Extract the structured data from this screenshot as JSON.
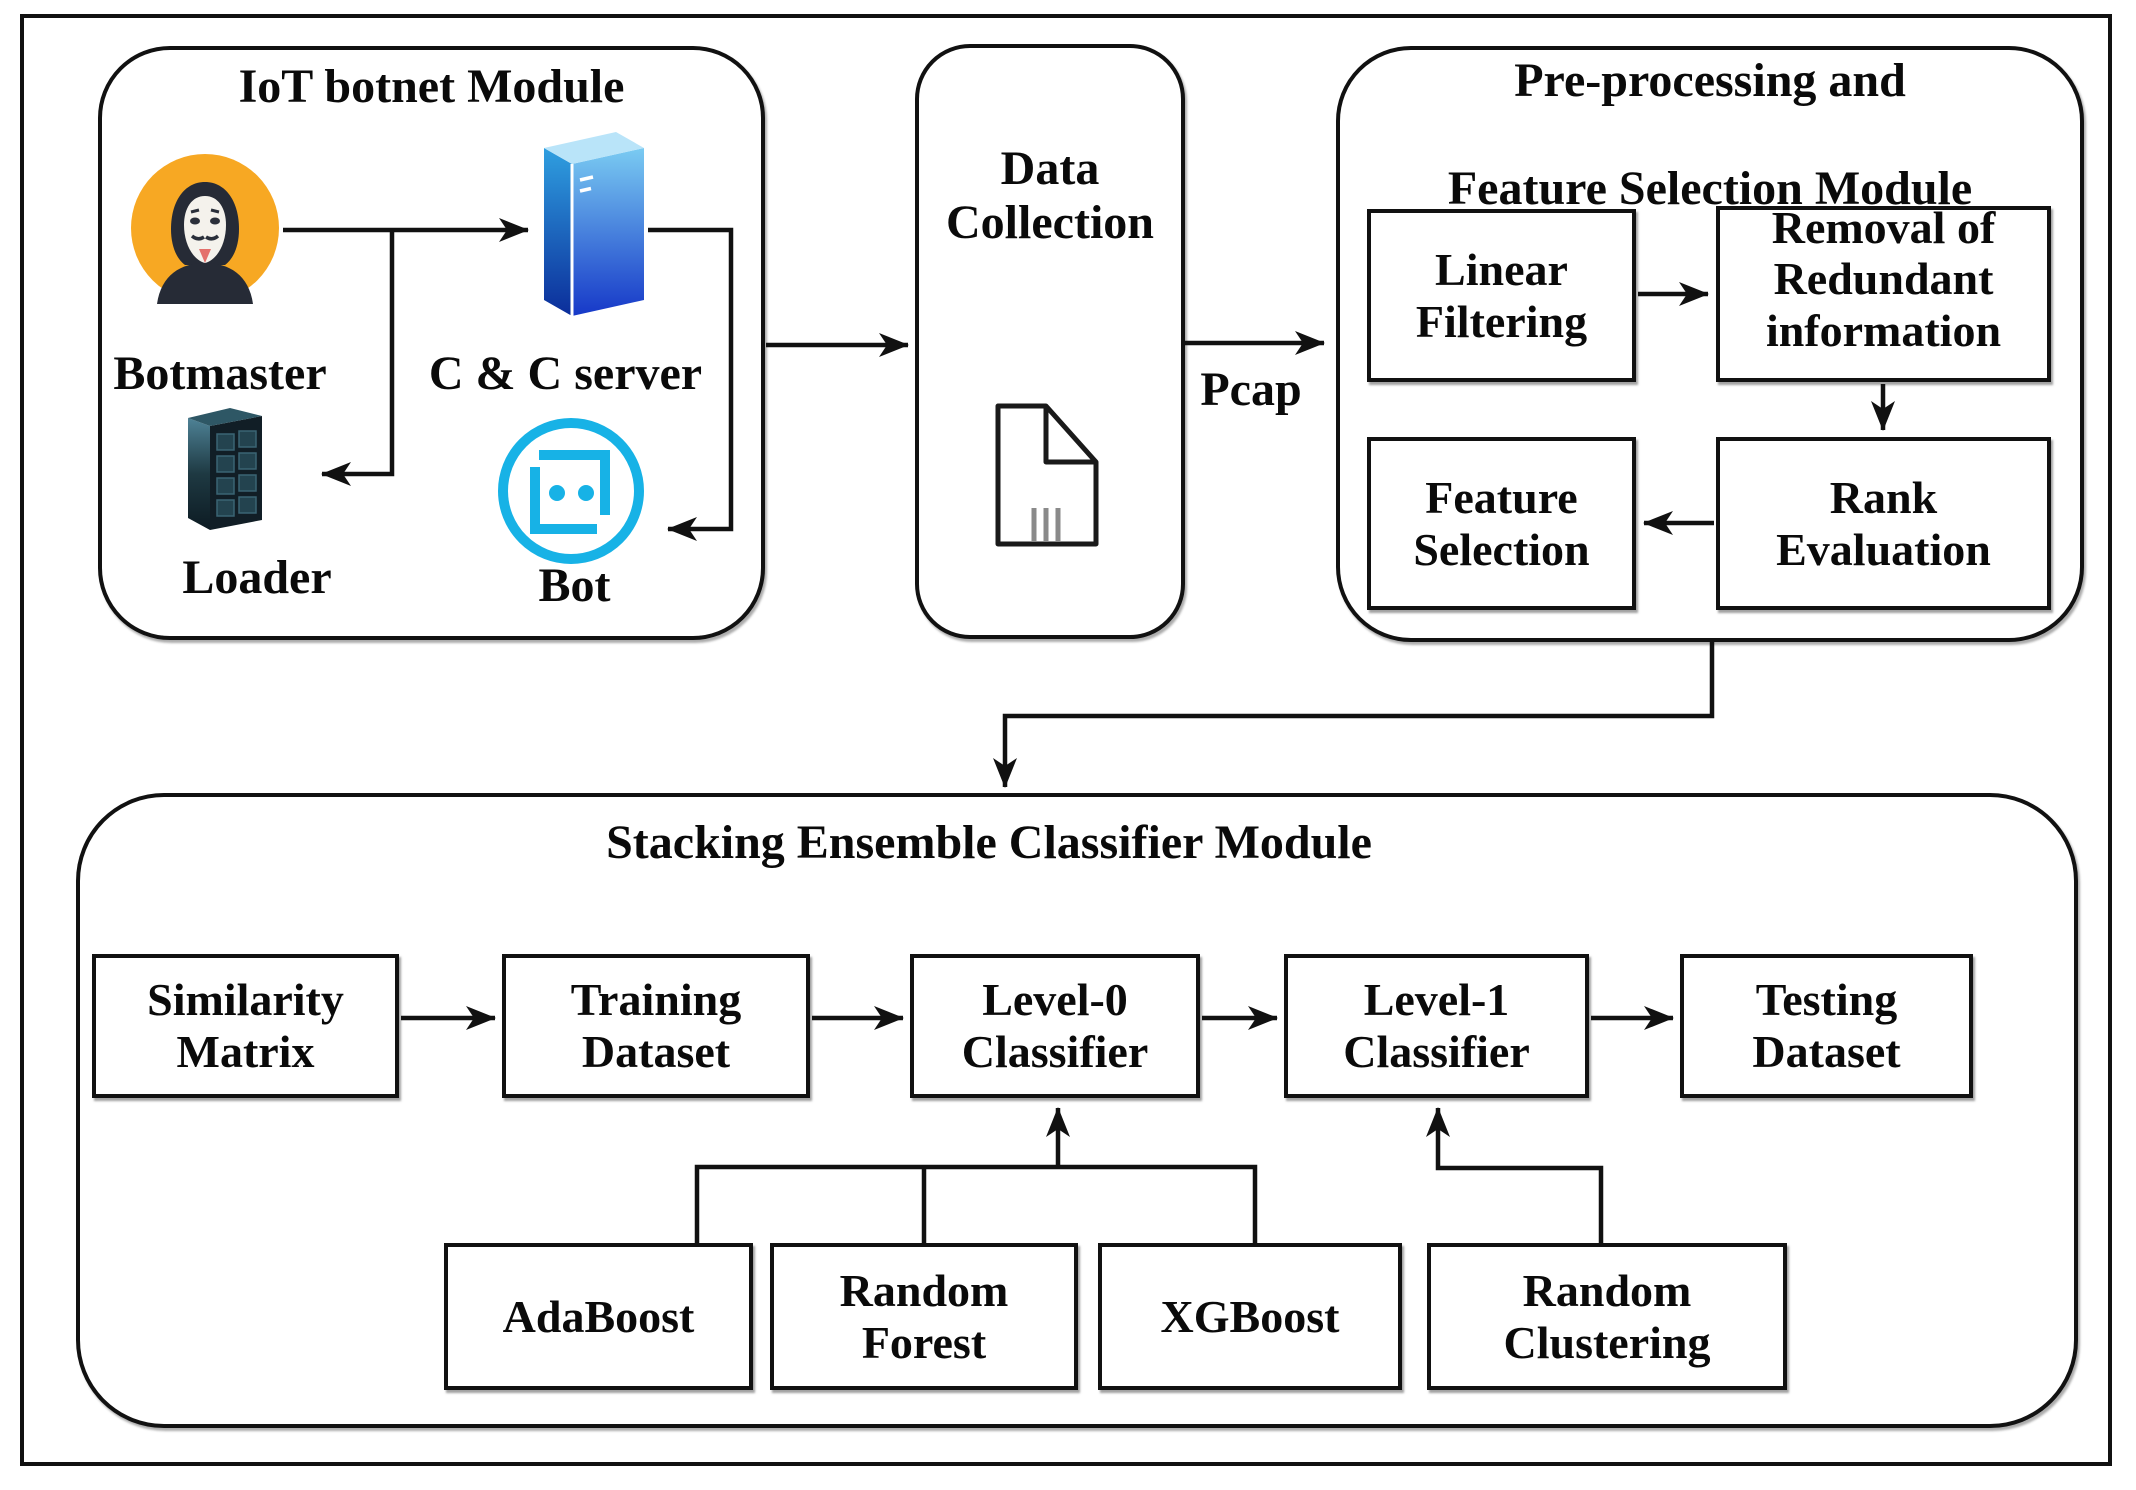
{
  "iot_module": {
    "title": "IoT botnet Module",
    "botmaster_label": "Botmaster",
    "cc_server_label": "C & C server",
    "loader_label": "Loader",
    "bot_label": "Bot"
  },
  "data_collection": {
    "title": "Data Collection",
    "pcap_label": "Pcap"
  },
  "preprocessing_module": {
    "title_line1": "Pre-processing and",
    "title_line2": "Feature Selection Module",
    "linear_filtering": "Linear Filtering",
    "removal_redundant": "Removal of Redundant information",
    "feature_selection": "Feature Selection",
    "rank_evaluation": "Rank Evaluation"
  },
  "stacking_module": {
    "title": "Stacking Ensemble Classifier Module",
    "similarity_matrix": "Similarity Matrix",
    "training_dataset": "Training Dataset",
    "level0_classifier": "Level-0 Classifier",
    "level1_classifier": "Level-1 Classifier",
    "testing_dataset": "Testing Dataset",
    "adaboost": "AdaBoost",
    "random_forest": "Random Forest",
    "xgboost": "XGBoost",
    "random_clustering": "Random Clustering"
  },
  "colors": {
    "line": "#111111",
    "botmaster_circle": "#F7A823",
    "hood_dark": "#262B36",
    "mask_white": "#F4F2EC",
    "chin_red": "#E4706B",
    "bot_icon": "#17B2E6",
    "server_blue_light": "#7ACBF2",
    "server_blue_dark": "#1638C8",
    "loader_teal": "#4E8296",
    "doc_tick_gray": "#8A8A8A"
  }
}
